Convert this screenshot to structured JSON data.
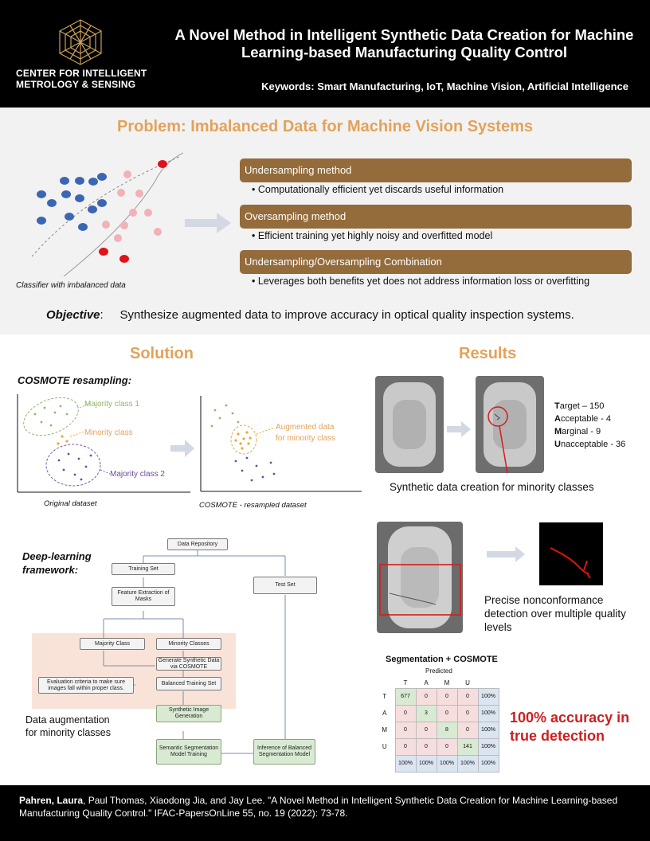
{
  "header": {
    "org_name": "CENTER FOR INTELLIGENT METROLOGY & SENSING",
    "title": "A Novel Method in Intelligent Synthetic Data Creation for Machine Learning-based Manufacturing Quality Control",
    "keywords": "Keywords:  Smart Manufacturing, IoT, Machine Vision, Artificial Intelligence"
  },
  "problem": {
    "title": "Problem: Imbalanced Data for Machine Vision Systems",
    "plot_caption": "Classifier with imbalanced data",
    "methods": [
      {
        "name": "Undersampling method",
        "desc": "• Computationally efficient yet discards useful information"
      },
      {
        "name": "Oversampling method",
        "desc": "• Efficient training yet highly noisy and overfitted model"
      },
      {
        "name": "Undersampling/Oversampling Combination",
        "desc": "•  Leverages both benefits yet does not address information loss or overfitting"
      }
    ],
    "objective_label": "Objective",
    "objective_text": "Synthesize augmented data to improve accuracy in optical quality inspection systems."
  },
  "solution": {
    "title": "Solution",
    "cosmote_title": "COSMOTE resampling:",
    "labels": {
      "majority1": "Majority class 1",
      "minority": "Minority class",
      "majority2": "Majority class 2",
      "augmented": "Augmented data",
      "augmented2": "for minority class",
      "original": "Original dataset",
      "resampled": "COSMOTE - resampled dataset"
    },
    "dl_title_1": "Deep-learning",
    "dl_title_2": "framework:",
    "aug_caption_1": "Data augmentation",
    "aug_caption_2": "for minority classes",
    "flow": {
      "repo": "Data Repository",
      "training": "Training Set",
      "test": "Test Set",
      "feature": "Feature Extraction of Masks",
      "majority": "Majority Class",
      "minority": "Minority Classes",
      "generate": "Generate Synthetic Data via COSMOTE",
      "balanced": "Balanced Training Set",
      "eval": "Evaluation criteria to make sure images fall within proper class.",
      "synthetic": "Synthetic Image Generation",
      "semantic": "Semantic Segmentation Model Training",
      "inference": "Inference of Balanced Segmentation Model"
    }
  },
  "results": {
    "title": "Results",
    "counts": [
      {
        "letter": "T",
        "rest": "arget – 150"
      },
      {
        "letter": "A",
        "rest": "cceptable - 4"
      },
      {
        "letter": "M",
        "rest": "arginal - 9"
      },
      {
        "letter": "U",
        "rest": "nacceptable - 36"
      }
    ],
    "synthetic_caption": "Synthetic data creation for minority classes",
    "precise_caption": "Precise nonconformance detection over multiple quality levels",
    "seg_title": "Segmentation + COSMOTE",
    "predicted": "Predicted",
    "cm_cols": [
      "T",
      "A",
      "M",
      "U"
    ],
    "cm_rows": [
      {
        "label": "T",
        "cells": [
          "677",
          "0",
          "0",
          "0",
          "100%"
        ]
      },
      {
        "label": "A",
        "cells": [
          "0",
          "3",
          "0",
          "0",
          "100%"
        ]
      },
      {
        "label": "M",
        "cells": [
          "0",
          "0",
          "8",
          "0",
          "100%"
        ]
      },
      {
        "label": "U",
        "cells": [
          "0",
          "0",
          "0",
          "141",
          "100%"
        ]
      },
      {
        "label": "",
        "cells": [
          "100%",
          "100%",
          "100%",
          "100%",
          "100%"
        ]
      }
    ],
    "accuracy_1": "100% accuracy in",
    "accuracy_2": "true detection"
  },
  "footer": {
    "author_bold": "Pahren, Laura",
    "citation": ", Paul Thomas, Xiaodong Jia, and Jay Lee. \"A Novel Method in Intelligent Synthetic Data Creation for Machine Learning-based Manufacturing Quality Control.\" IFAC-PapersOnLine 55, no. 19 (2022): 73-78."
  },
  "colors": {
    "accent_orange": "#e3a25a",
    "method_brown": "#946b3b",
    "highlight_red": "#cc1f1f"
  }
}
